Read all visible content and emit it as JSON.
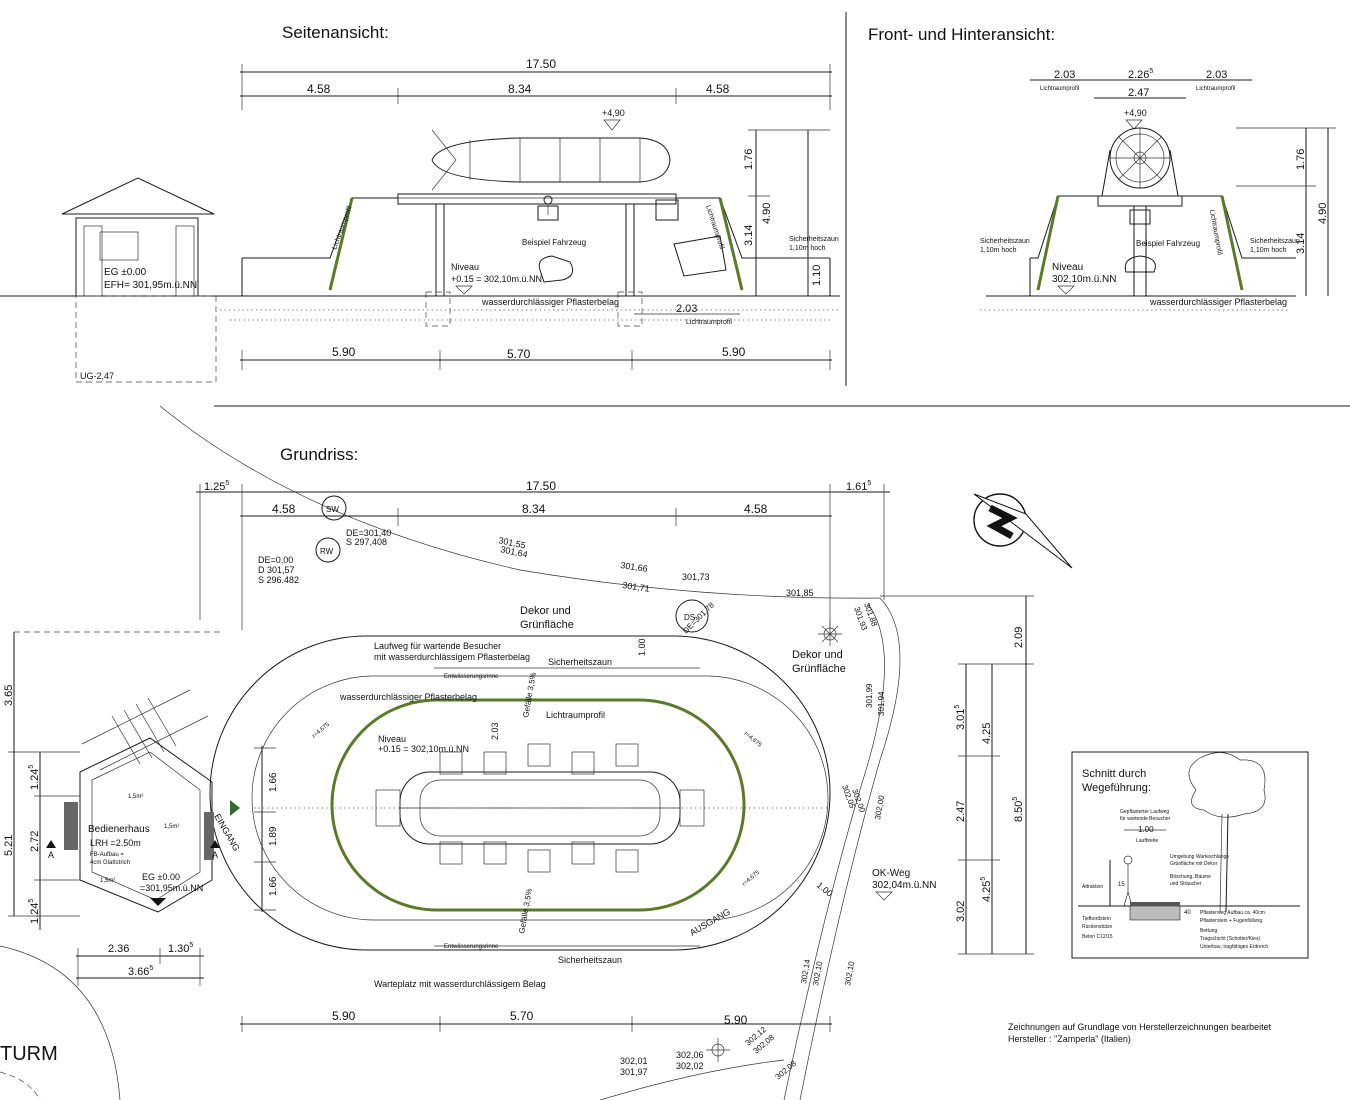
{
  "titles": {
    "side_view": "Seitenansicht:",
    "front_view": "Front- und Hinteransicht:",
    "plan": "Grundriss:"
  },
  "side_view": {
    "dim_total": "17.50",
    "dim_left": "4.58",
    "dim_mid": "8.34",
    "dim_right": "4.58",
    "elev_top": "+4,90",
    "vdim_a": "1.76",
    "vdim_b": "3.14",
    "vdim_c": "4.90",
    "vdim_d": "1.10",
    "clearance_profile": "Lichtraumprofil",
    "example_vehicle": "Beispiel Fahrzeug",
    "level_label": "Niveau",
    "level_value": "+0.15 = 302,10m.ü.NN",
    "paving": "wasserdurchlässiger Pflasterbelag",
    "clear_dim": "2.03",
    "fence": "Sicherheitszaun",
    "fence_height": "1,10m hoch",
    "house_eg": "EG ±0.00",
    "house_efh": "EFH= 301,95m.ü.NN",
    "house_ug": "UG-2,47",
    "bottom_left": "5.90",
    "bottom_mid": "5.70",
    "bottom_right": "5.90"
  },
  "front_view": {
    "dim_left": "2.03",
    "dim_mid": "2.26",
    "dim_mid_sup": "5",
    "dim_right": "2.03",
    "dim_inner": "2.47",
    "clearance_profile": "Lichtraumprofil",
    "elev_top": "+4,90",
    "vdim_a": "1.76",
    "vdim_b": "3.14",
    "vdim_c": "4.90",
    "fence_left": "Sicherheitszaun",
    "fence_left_h": "1,10m hoch",
    "fence_right": "Sicherheitszaun",
    "fence_right_h": "1,10m hoch",
    "example_vehicle": "Beispiel Fahrzeug",
    "level_label": "Niveau",
    "level_value": "302,10m.ü.NN",
    "paving": "wasserdurchlässiger Pflasterbelag"
  },
  "plan": {
    "dim_left_outer": "1.25",
    "dim_left_outer_sup": "5",
    "dim_total": "17.50",
    "dim_right_outer": "1.61",
    "dim_right_outer_sup": "5",
    "dim_left": "4.58",
    "dim_mid": "8.34",
    "dim_right": "4.58",
    "sw": "SW",
    "rw": "RW",
    "de_label_1": "DE=301,40",
    "de_label_2": "S 297,408",
    "de0_1": "DE=0,00",
    "de0_2": "D 301,57",
    "de0_3": "S 296.482",
    "ds": "DS",
    "ds_de": "DE=301,78",
    "h_30155": "301,55",
    "h_30164": "301,64",
    "h_30166": "301,66",
    "h_30171": "301,71",
    "h_30173": "301,73",
    "h_30185": "301,85",
    "h_30188": "301,88",
    "h_30193": "301,93",
    "h_30199": "301,99",
    "h_30194": "301,94",
    "h_30205": "302,05",
    "h_30200a": "302,00",
    "h_30200b": "302,00",
    "h_30214": "302,14",
    "h_30210a": "302,10",
    "h_30210b": "302,10",
    "h_30212": "302,12",
    "h_30208a": "302,08",
    "h_30208b": "302,08",
    "h_30201": "302,01",
    "h_30197": "301,97",
    "h_30206": "302,06",
    "h_30202": "302,02",
    "deco_1": "Dekor und",
    "deco_1b": "Grünfläche",
    "deco_2": "Dekor und",
    "deco_2b": "Grünfläche",
    "walkway_1": "Laufweg für wartende Besucher",
    "walkway_2": "mit wasserdurchlässigem Pflasterbelag",
    "fence_top": "Sicherheitszaun",
    "gutter_top": "Entwässerungsrinne",
    "paving": "wasserdurchlässiger Pflasterbelag",
    "slope_top": "Gefälle 3,5%",
    "clearance": "Lichtraumprofil",
    "dim_100": "1.00",
    "dim_203": "2.03",
    "level_label": "Niveau",
    "level_value": "+0.15 = 302,10m.ü.NN",
    "slope_bottom": "Gefälle 3,5%",
    "gutter_bottom": "Entwässerungsrinne",
    "fence_bottom": "Sicherheitszaun",
    "waiting": "Warteplatz mit wasserdurchlässigem Belag",
    "exit": "AUSGANG",
    "entrance": "EINGANG",
    "dim_100b": "1.00",
    "okweg": "OK-Weg",
    "okweg_val": "302,04m.ü.NN",
    "radius_a": "r=4,675",
    "radius_b": "r=4,675",
    "radius_c": "r=4,675",
    "bottom_left": "5.90",
    "bottom_mid": "5.70",
    "bottom_right": "5.90",
    "v_166a": "1.66",
    "v_189": "1.89",
    "v_166b": "1.66",
    "house_title": "Bedienerhaus",
    "house_lrh": "LRH =2.50m",
    "house_fb": "FB-Aufbau =",
    "house_fb2": "4cm Glattstrich",
    "house_eg": "EG ±0.00",
    "house_level": "=301,95m.ü.NN",
    "house_a_left": "A",
    "house_a_right": "A",
    "house_15_1": "1,5m²",
    "house_15_2": "1,5m²",
    "house_15_3": "1,5m²",
    "left_365": "3.65",
    "left_124a": "1.24",
    "left_124a_sup": "5",
    "left_272": "2.72",
    "left_521": "5.21",
    "left_124b": "1.24",
    "left_124b_sup": "5",
    "bot_236": "2.36",
    "bot_130": "1.30",
    "bot_130_sup": "5",
    "bot_366": "3.66",
    "bot_366_sup": "5",
    "turm": "TURM",
    "r_209": "2.09",
    "r_301": "3.01",
    "r_301_sup": "5",
    "r_425a": "4.25",
    "r_247": "2.47",
    "r_850": "8.50",
    "r_850_sup": "5",
    "r_302": "3.02",
    "r_425b": "4.25",
    "r_425b_sup": "5"
  },
  "section": {
    "title_1": "Schnitt durch",
    "title_2": "Wegeführung:",
    "t1": "Gepflasterter Laufweg",
    "t2": "für wartende Besucher",
    "dim": "1.00",
    "t3": "Laufbreite",
    "t4": "Umgebung Warteschlange",
    "t5": "Grünfläche mit Dekor",
    "t6": "Böschung, Bäume",
    "t7": "und Sträucher",
    "t8": "Attraktion",
    "h": "15",
    "d40": "40",
    "t9": "Pflasterweg Aufbau ca. 40cm",
    "t10": "Pflasterstein + Fugenfüllung",
    "t11": "Bettung",
    "t12": "Tragschicht (Schotter/Kies)",
    "t13": "Unterbau, tragfähiges Erdreich",
    "t14": "Tiefbordstein",
    "t15": "Rückenstütze",
    "t16": "Beton C12/15"
  },
  "note": {
    "line1": "Zeichnungen auf Grundlage von Herstellerzeichnungen bearbeitet",
    "line2": "Hersteller : \"Zamperla\" (Italien)"
  }
}
